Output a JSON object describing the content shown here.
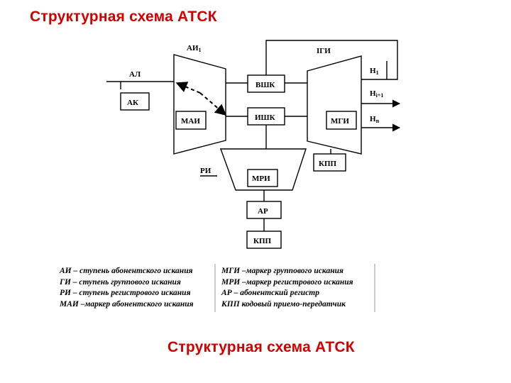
{
  "titles": {
    "top": "Структурная схема АТСК",
    "bottom": "Структурная схема АТСК"
  },
  "diagram": {
    "ai_label": "АИ",
    "ai_sub": "1",
    "igi_label": "IГИ",
    "al_label": "АЛ",
    "ak_label": "АК",
    "mai_label": "МАИ",
    "vshk_label": "ВШК",
    "ishk_label": "ИШК",
    "mgi_label": "МГИ",
    "kpp_label": "КПП",
    "ri_label": "РИ",
    "mri_label": "МРИ",
    "ar_label": "АР",
    "kpp2_label": "КПП",
    "n1_label": "Н",
    "n1_sub": "1",
    "n2_label": "Н",
    "n2_sub": "i+1",
    "n3_label": "Н",
    "n3_sub": "n"
  },
  "legend": {
    "left": [
      "АИ – ступень абонентского искания",
      "ГИ – ступень группового искания",
      "РИ – ступень регистрового искания",
      "МАИ –маркер абонентского искания"
    ],
    "right": [
      "МГИ –маркер группового искания",
      "МРИ –маркер регистрового искания",
      "АР – абонентский регистр",
      "КПП кодовый приемо-передатчик"
    ]
  }
}
